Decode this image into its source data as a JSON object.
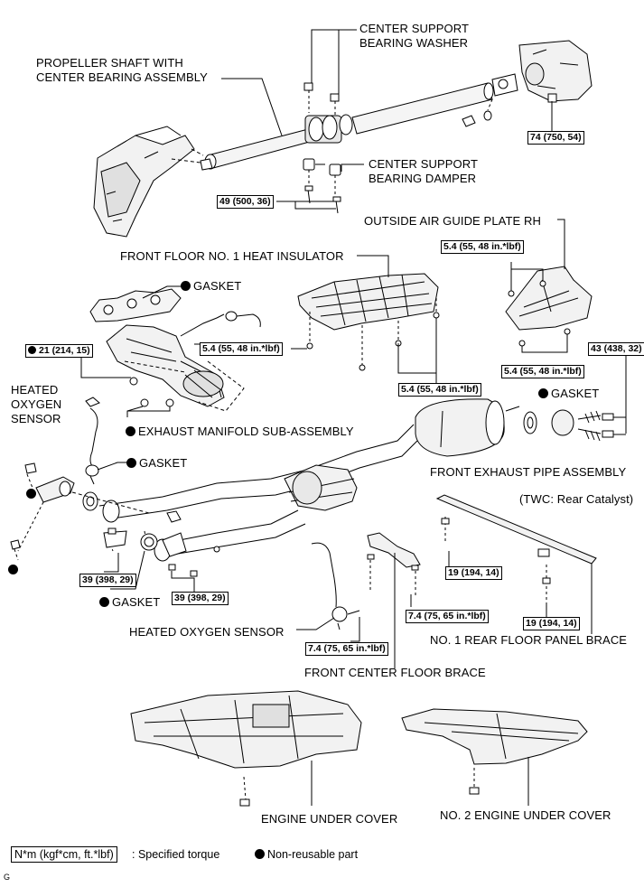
{
  "labels": {
    "center_support_bearing_washer": [
      "CENTER SUPPORT",
      "BEARING WASHER"
    ],
    "propeller_shaft": [
      "PROPELLER SHAFT WITH",
      "CENTER BEARING ASSEMBLY"
    ],
    "center_support_bearing_damper": [
      "CENTER SUPPORT",
      "BEARING DAMPER"
    ],
    "outside_air_guide_plate": "OUTSIDE AIR GUIDE PLATE RH",
    "front_floor_heat_insulator": "FRONT FLOOR NO. 1 HEAT INSULATOR",
    "gasket": "GASKET",
    "heated_oxygen_sensor_left": [
      "HEATED",
      "OXYGEN",
      "SENSOR"
    ],
    "exhaust_manifold": "EXHAUST MANIFOLD SUB-ASSEMBLY",
    "front_exhaust_pipe": "FRONT EXHAUST PIPE ASSEMBLY",
    "twc": "(TWC: Rear Catalyst)",
    "heated_oxygen_sensor": "HEATED OXYGEN SENSOR",
    "rear_floor_brace": "NO. 1 REAR FLOOR PANEL BRACE",
    "front_center_floor_brace": "FRONT CENTER FLOOR BRACE",
    "engine_under_cover": "ENGINE UNDER COVER",
    "no2_engine_under_cover": "NO. 2 ENGINE UNDER COVER"
  },
  "torques": {
    "t74": "74 (750, 54)",
    "t49": "49 (500, 36)",
    "t54_plate": "5.4 (55, 48 in.*lbf)",
    "t54_ins_l": "5.4 (55, 48 in.*lbf)",
    "t54_ins_r": "5.4 (55, 48 in.*lbf)",
    "t54_plate_b": "5.4 (55, 48 in.*lbf)",
    "t43": "43 (438, 32)",
    "t21": "21 (214, 15)",
    "t39a": "39 (398, 29)",
    "t39b": "39 (398, 29)",
    "t19a": "19 (194, 14)",
    "t19b": "19 (194, 14)",
    "t74b": "7.4 (75, 65 in.*lbf)",
    "t74c": "7.4 (75, 65 in.*lbf)"
  },
  "legend": {
    "torque_box": "N*m (kgf*cm, ft.*lbf)",
    "torque_text": ": Specified torque",
    "nonreusable_text": "Non-reusable part"
  },
  "corner_mark": "G",
  "colors": {
    "ink": "#000000",
    "part_fill": "#f2f2f2",
    "shade": "#cfcfcf"
  }
}
